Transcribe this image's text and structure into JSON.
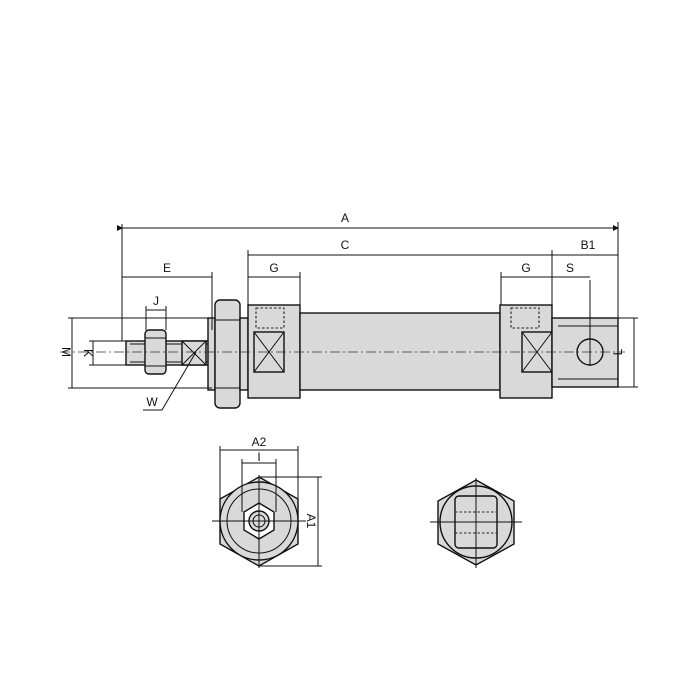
{
  "labels": {
    "A": "A",
    "C": "C",
    "B1": "B1",
    "E": "E",
    "G_front": "G",
    "G_rear": "G",
    "S": "S",
    "J": "J",
    "M": "M",
    "K": "K",
    "W": "W",
    "L": "L",
    "A2": "A2",
    "I": "I",
    "A1": "A1"
  }
}
